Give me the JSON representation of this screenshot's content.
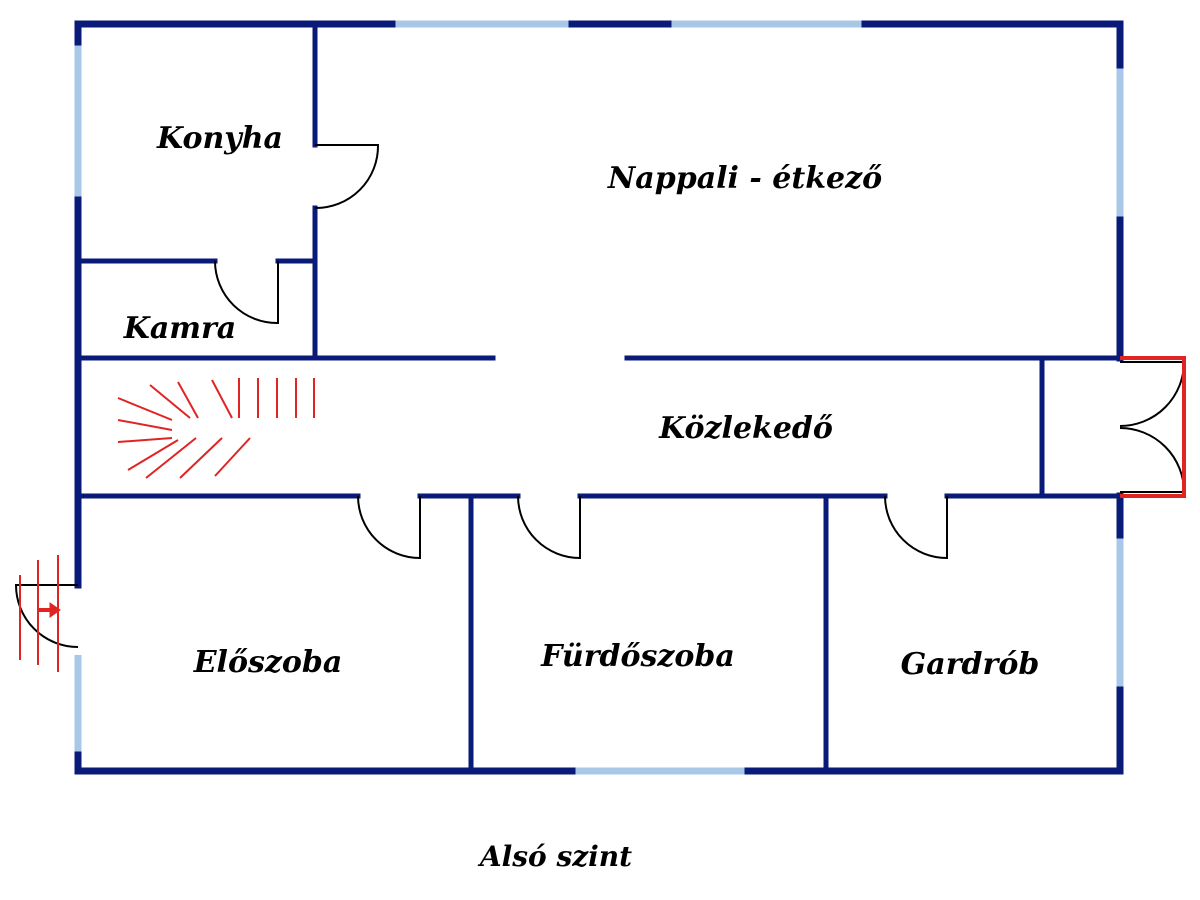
{
  "plan": {
    "caption": "Alsó szint",
    "rooms": {
      "konyha": "Konyha",
      "nappali": "Nappali - étkező",
      "kamra": "Kamra",
      "kozlekedo": "Közlekedő",
      "eloszoba": "Előszoba",
      "furdoszoba": "Fürdőszoba",
      "gardrob": "Gardrób"
    }
  },
  "colors": {
    "wall": "#0a1a78",
    "window": "#a9c8e8",
    "stairs": "#e02424",
    "entrance_frame": "#e02424",
    "door_leaf": "#000000"
  },
  "icons": {
    "entrance_arrow": "arrow-right-icon"
  }
}
